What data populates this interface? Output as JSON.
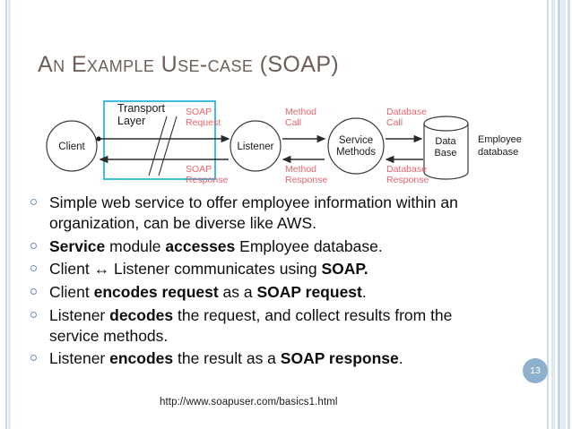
{
  "slide": {
    "title": "An Example Use-case (SOAP)",
    "page_number": "13",
    "caption": "http://www.soapuser.com/basics1.html",
    "colors": {
      "title": "#6d5f57",
      "bullet_ring": "#6e92b8",
      "badge": "#8fb0cc",
      "transport_box": "#29b6d8",
      "diagram_label_red": "#e8636f",
      "stripe": "#c9d9ea"
    }
  },
  "diagram": {
    "nodes": [
      {
        "id": "client",
        "label": "Client",
        "shape": "circle"
      },
      {
        "id": "listener",
        "label": "Listener",
        "shape": "circle"
      },
      {
        "id": "service",
        "label_line1": "Service",
        "label_line2": "Methods",
        "shape": "circle"
      },
      {
        "id": "database",
        "label_line1": "Data",
        "label_line2": "Base",
        "shape": "cylinder"
      }
    ],
    "transport_box_label_line1": "Transport",
    "transport_box_label_line2": "Layer",
    "annotation": {
      "line1": "Employee",
      "line2": "database"
    },
    "edges": [
      {
        "from": "client",
        "to": "listener",
        "label_line1": "SOAP",
        "label_line2": "Request"
      },
      {
        "from": "listener",
        "to": "client",
        "label_line1": "SOAP",
        "label_line2": "Response"
      },
      {
        "from": "listener",
        "to": "service",
        "label_line1": "Method",
        "label_line2": "Call"
      },
      {
        "from": "service",
        "to": "listener",
        "label_line1": "Method",
        "label_line2": "Response"
      },
      {
        "from": "service",
        "to": "database",
        "label_line1": "Database",
        "label_line2": "Call"
      },
      {
        "from": "database",
        "to": "service",
        "label_line1": "Database",
        "label_line2": "Response"
      }
    ]
  },
  "bullets": [
    {
      "parts": [
        {
          "text": "Simple web service to offer employee information within an organization, can be diverse like AWS.",
          "bold": false
        }
      ]
    },
    {
      "parts": [
        {
          "text": "Service",
          "bold": true
        },
        {
          "text": " module ",
          "bold": false
        },
        {
          "text": "accesses",
          "bold": true
        },
        {
          "text": " Employee database.",
          "bold": false
        }
      ]
    },
    {
      "parts": [
        {
          "text": "Client ↔ Listener communicates using ",
          "bold": false
        },
        {
          "text": "SOAP.",
          "bold": true
        }
      ]
    },
    {
      "parts": [
        {
          "text": "Client ",
          "bold": false
        },
        {
          "text": "encodes request",
          "bold": true
        },
        {
          "text": " as a ",
          "bold": false
        },
        {
          "text": "SOAP request",
          "bold": true
        },
        {
          "text": ".",
          "bold": false
        }
      ]
    },
    {
      "parts": [
        {
          "text": "Listener ",
          "bold": false
        },
        {
          "text": "decodes",
          "bold": true
        },
        {
          "text": " the request, and collect results from the service methods.",
          "bold": false
        }
      ]
    },
    {
      "parts": [
        {
          "text": "Listener ",
          "bold": false
        },
        {
          "text": "encodes",
          "bold": true
        },
        {
          "text": " the result as a ",
          "bold": false
        },
        {
          "text": "SOAP response",
          "bold": true
        },
        {
          "text": ".",
          "bold": false
        }
      ]
    }
  ]
}
